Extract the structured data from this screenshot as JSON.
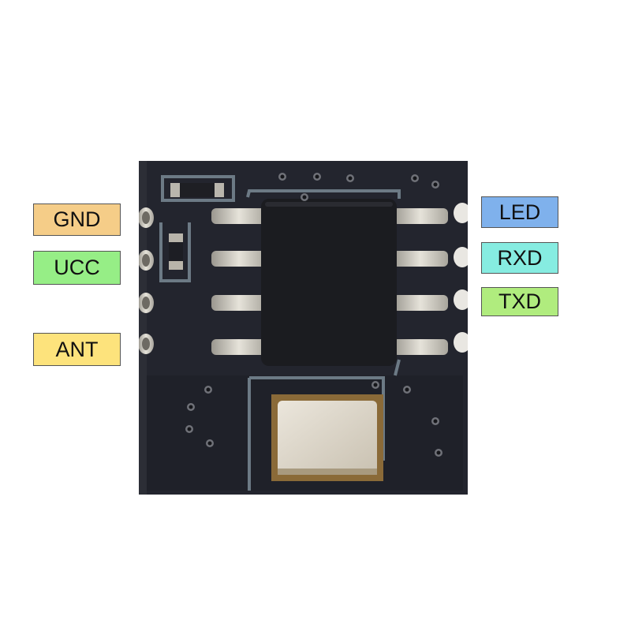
{
  "labels": {
    "gnd": {
      "text": "GND",
      "color": "#f5cd88"
    },
    "ucc": {
      "text": "UCC",
      "color": "#96ee86"
    },
    "ant": {
      "text": "ANT",
      "color": "#fde37c"
    },
    "led": {
      "text": "LED",
      "color": "#7fb1ec"
    },
    "rxd": {
      "text": "RXD",
      "color": "#86ece1"
    },
    "txd": {
      "text": "TXD",
      "color": "#b0ec7e"
    }
  },
  "colors": {
    "board": "#23252e",
    "board_dark": "#1a1c23",
    "trace": "#6c7a85",
    "pad": "#c9c6bd",
    "chip": "#1b1c20",
    "crystal": "#ddd6c8",
    "crystal_frame": "#8a6a38"
  }
}
